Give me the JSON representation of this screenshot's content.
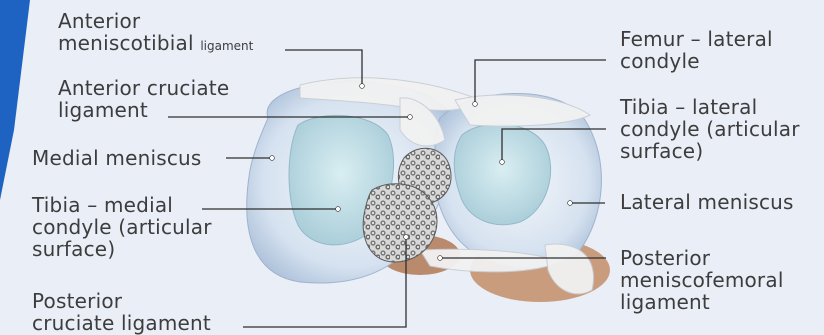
{
  "labels": {
    "anterior_meniscotibial": {
      "main": "Anterior\nmeniscotibial",
      "small": "ligament"
    },
    "anterior_cruciate": "Anterior cruciate\nligament",
    "medial_meniscus": "Medial meniscus",
    "tibia_medial": "Tibia – medial\ncondyle (articular\nsurface)",
    "posterior_cruciate": "Posterior\ncruciate ligament",
    "femur_lateral": "Femur – lateral\ncondyle",
    "tibia_lateral": "Tibia – lateral\ncondyle (articular\nsurface)",
    "lateral_meniscus": "Lateral meniscus",
    "posterior_meniscofemoral": "Posterior\nmeniscofemoral\nligament"
  },
  "colors": {
    "background": "#e9eef7",
    "accent_stripe": "#1f63c2",
    "label_text": "#3d3d3d",
    "leader_line": "#2f2f2f",
    "meniscus": "#c7d6e9",
    "articular_surface": "#b9dae4",
    "ligament": "#eeeeee",
    "tissue_tan": "#cfa98c"
  },
  "icons": [
    "knee-anatomy-illustration"
  ]
}
